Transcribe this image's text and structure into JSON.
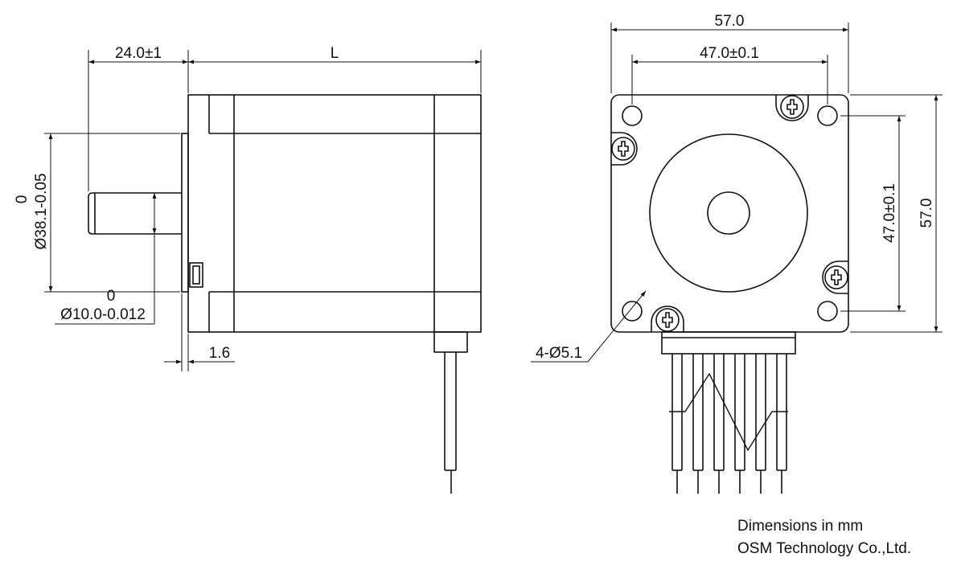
{
  "side_view": {
    "shaft_length_label": "24.0±1",
    "body_length_label": "L",
    "pilot_tolerance_upper": "0",
    "pilot_diameter_label": "Ø38.1-0.05",
    "shaft_tolerance_upper": "0",
    "shaft_diameter_label": "Ø10.0-0.012",
    "flange_thickness_label": "1.6"
  },
  "front_view": {
    "overall_width_label": "57.0",
    "hole_spacing_label": "47.0±0.1",
    "hole_spacing_vertical_label": "47.0±0.1",
    "overall_height_label": "57.0",
    "mount_holes_label": "4-Ø5.1"
  },
  "footer": {
    "units_note": "Dimensions in mm",
    "company": "OSM Technology Co.,Ltd."
  },
  "colors": {
    "line": "#111111",
    "background": "#ffffff"
  }
}
